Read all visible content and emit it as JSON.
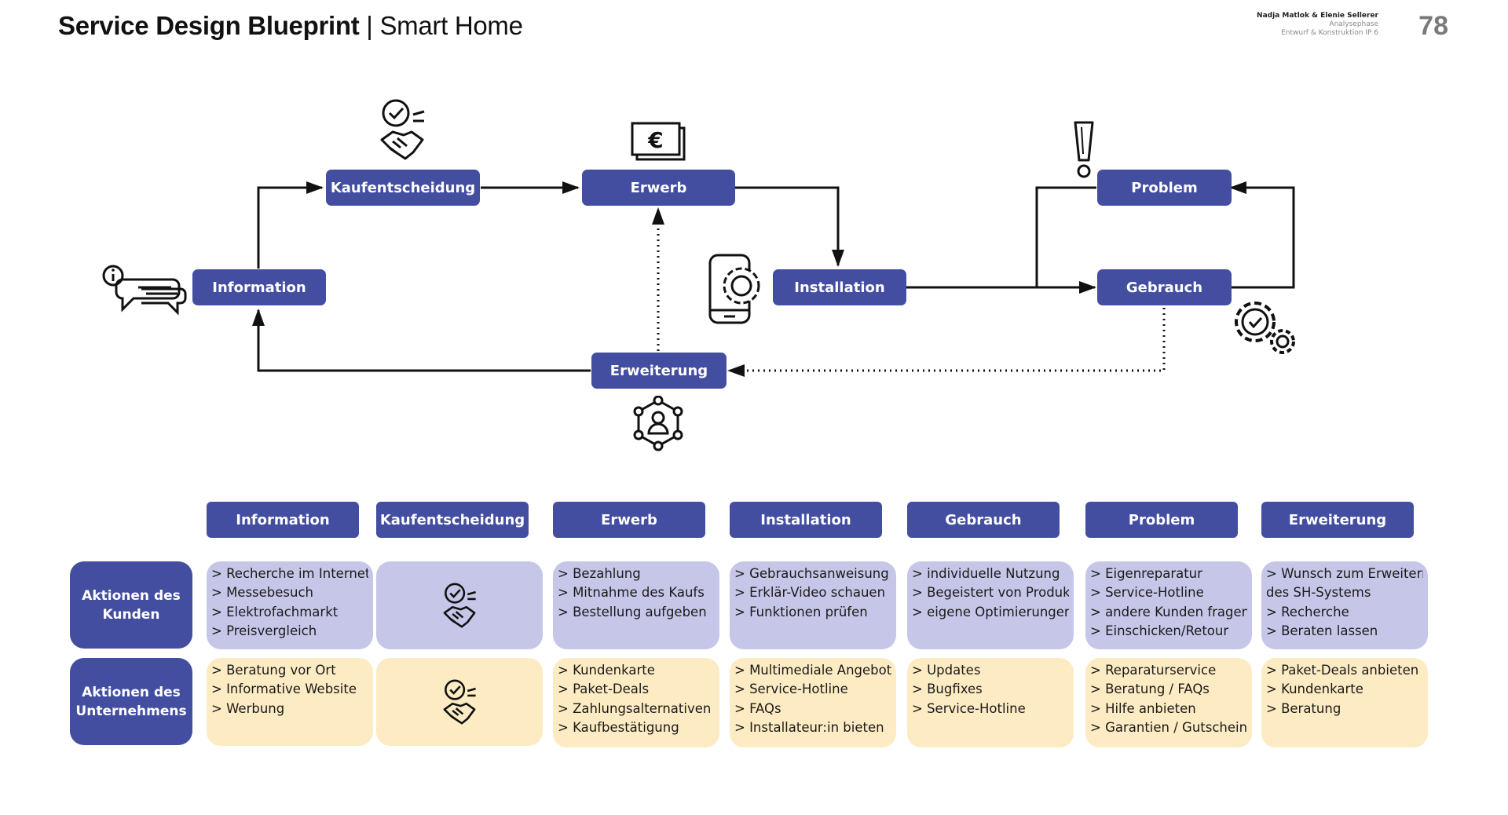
{
  "header": {
    "title_bold": "Service Design Blueprint",
    "title_sep": "|",
    "title_rest": "Smart Home",
    "authors": "Nadja Matlok & Elenie Sellerer",
    "phase": "Analysephase",
    "course": "Entwurf & Konstruktion  IP 6",
    "page_number": "78"
  },
  "flow": {
    "information": "Information",
    "kaufentscheidung": "Kaufentscheidung",
    "erwerb": "Erwerb",
    "installation": "Installation",
    "problem": "Problem",
    "gebrauch": "Gebrauch",
    "erweiterung": "Erweiterung"
  },
  "icons": {
    "information": "info-speech-bubbles-icon",
    "kaufentscheidung": "handshake-check-icon",
    "erwerb": "euro-banknote-icon",
    "installation": "phone-gear-icon",
    "problem": "exclamation-icon",
    "gebrauch": "gears-check-icon",
    "erweiterung": "network-person-icon"
  },
  "colors": {
    "primary": "#434ea0",
    "customer_row": "#c6c7e8",
    "company_row": "#fdebc3"
  },
  "table": {
    "columns": [
      "Information",
      "Kaufentscheidung",
      "Erwerb",
      "Installation",
      "Gebrauch",
      "Problem",
      "Erweiterung"
    ],
    "row_kunden_label_1": "Aktionen des",
    "row_kunden_label_2": "Kunden",
    "row_unternehmen_label_1": "Aktionen des",
    "row_unternehmen_label_2": "Unternehmens",
    "kunden": [
      [
        "> Recherche im Internet",
        "> Messebesuch",
        "> Elektrofachmarkt",
        "> Preisvergleich"
      ],
      [],
      [
        "> Bezahlung",
        "> Mitnahme des Kaufs",
        "> Bestellung aufgeben"
      ],
      [
        "> Gebrauchsanweisung",
        "> Erklär-Video schauen",
        "> Funktionen prüfen"
      ],
      [
        "> individuelle Nutzung",
        "> Begeistert von Produkt",
        "> eigene Optimierungen"
      ],
      [
        "> Eigenreparatur",
        "> Service-Hotline",
        "> andere Kunden fragen",
        "> Einschicken/Retour"
      ],
      [
        "> Wunsch zum Erweitern",
        "des SH-Systems",
        "> Recherche",
        "> Beraten lassen"
      ]
    ],
    "unternehmen": [
      [
        "> Beratung vor Ort",
        "> Informative Website",
        "> Werbung"
      ],
      [],
      [
        "> Kundenkarte",
        "> Paket-Deals",
        "> Zahlungsalternativen",
        "> Kaufbestätigung"
      ],
      [
        "> Multimediale Angebote",
        "> Service-Hotline",
        "> FAQs",
        "> Installateur:in bieten"
      ],
      [
        "> Updates",
        "> Bugfixes",
        "> Service-Hotline"
      ],
      [
        "> Reparaturservice",
        "> Beratung / FAQs",
        "> Hilfe anbieten",
        "> Garantien / Gutscheine"
      ],
      [
        "> Paket-Deals anbieten",
        "> Kundenkarte",
        "> Beratung"
      ]
    ]
  }
}
